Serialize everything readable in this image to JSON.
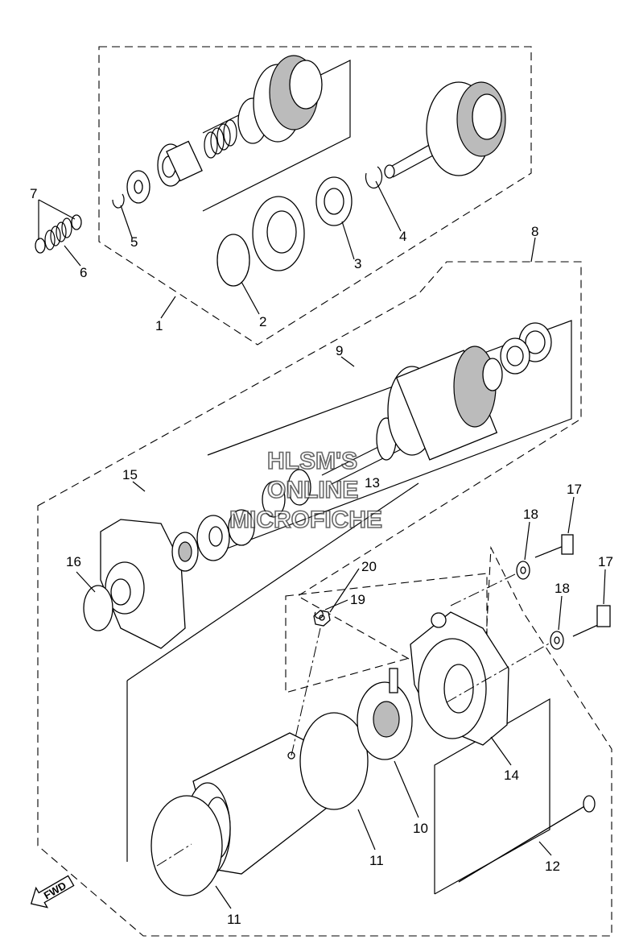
{
  "diagram": {
    "labels": {
      "p1": "1",
      "p2": "2",
      "p3": "3",
      "p4": "4",
      "p5": "5",
      "p6": "6",
      "p7": "7",
      "p8": "8",
      "p9": "9",
      "p10": "10",
      "p11a": "11",
      "p11b": "11",
      "p12": "12",
      "p13": "13",
      "p14": "14",
      "p15": "15",
      "p16": "16",
      "p17a": "17",
      "p17b": "17",
      "p18a": "18",
      "p18b": "18",
      "p19": "19",
      "p20": "20"
    },
    "watermark": {
      "line1": "HLSM'S",
      "line2": "ONLINE",
      "line3": "MICROFICHE"
    },
    "direction": "FWD"
  }
}
